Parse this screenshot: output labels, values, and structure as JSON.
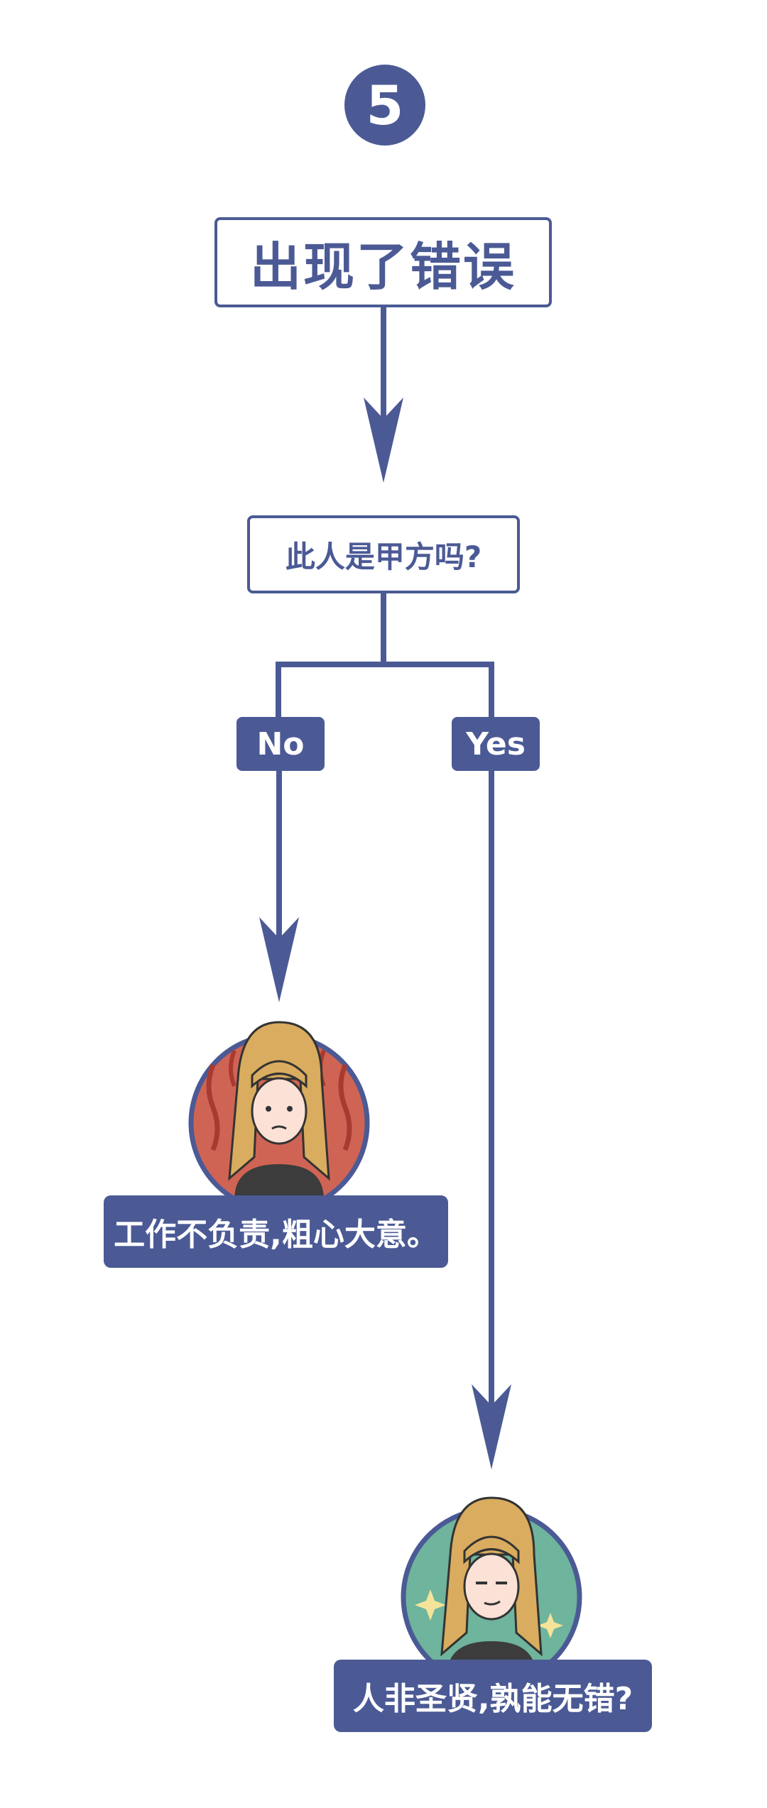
{
  "step_number": "5",
  "title": "出现了错误",
  "question": "此人是甲方吗?",
  "branches": {
    "no": {
      "label": "No",
      "result": "工作不负责,粗心大意。"
    },
    "yes": {
      "label": "Yes",
      "result": "人非圣贤,孰能无错?"
    }
  },
  "colors": {
    "primary": "#4b5a95",
    "no_avatar_bg": "#d06454",
    "yes_avatar_bg": "#6fb49c",
    "hair": "#d9ac5f"
  }
}
